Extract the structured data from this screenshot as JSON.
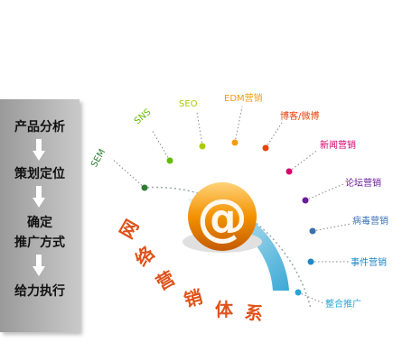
{
  "flow": {
    "steps": [
      "产品分析",
      "策划定位",
      "确定",
      "推广方式",
      "给力执行"
    ]
  },
  "diagram": {
    "center_symbol": "@",
    "arc_title": [
      "网",
      "络",
      "营",
      "销",
      "体",
      "系"
    ],
    "channels": [
      {
        "label": "SEM",
        "color": "#2e7d32"
      },
      {
        "label": "SNS",
        "color": "#66bb00"
      },
      {
        "label": "SEO",
        "color": "#aacc00"
      },
      {
        "label": "EDM营销",
        "color": "#f39c12"
      },
      {
        "label": "博客/微博",
        "color": "#e8430c"
      },
      {
        "label": "新闻营销",
        "color": "#d6006e"
      },
      {
        "label": "论坛营销",
        "color": "#6a1b9a"
      },
      {
        "label": "病毒营销",
        "color": "#3a6fb0"
      },
      {
        "label": "事件营销",
        "color": "#1e88c7"
      },
      {
        "label": "整合推广",
        "color": "#26a6d1"
      }
    ]
  }
}
